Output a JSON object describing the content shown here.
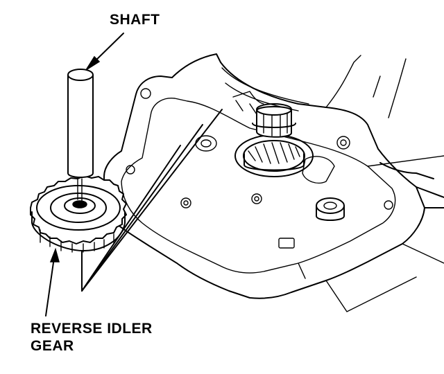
{
  "callouts": {
    "shaft": "SHAFT",
    "reverse_idler_gear_line1": "REVERSE IDLER",
    "reverse_idler_gear_line2": "GEAR"
  },
  "colors": {
    "ink": "#000000",
    "paper": "#ffffff"
  }
}
